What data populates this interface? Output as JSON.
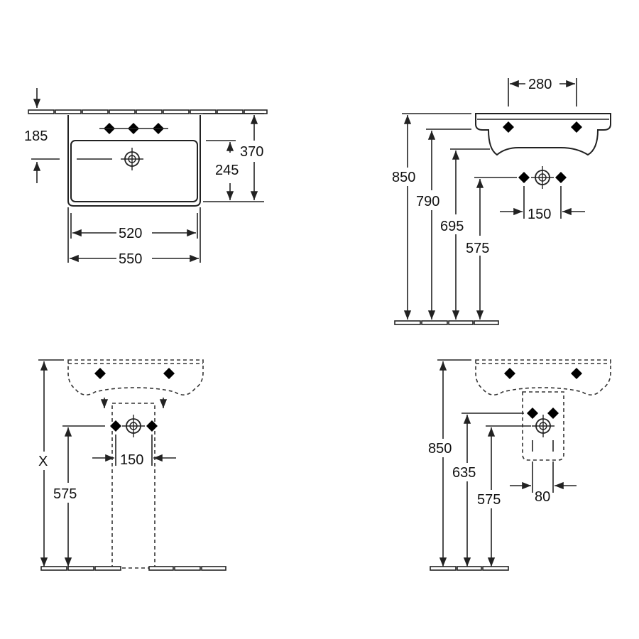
{
  "dimensions": {
    "top_view": {
      "depth_to_taps": "185",
      "bowl_depth": "245",
      "total_depth": "370",
      "inner_width": "520",
      "outer_width": "550"
    },
    "side_view": {
      "height_overall": "850",
      "height_rim": "790",
      "height_bowl_bottom": "695",
      "height_waste": "575",
      "fixing_distance": "280",
      "waste_spread": "150"
    },
    "front_pedestal_view": {
      "height_variable": "X",
      "height_waste": "575",
      "waste_spread": "150"
    },
    "front_semi_pedestal_view": {
      "height_overall": "850",
      "height_semi_pedestal": "635",
      "height_waste": "575",
      "waste_width": "80"
    }
  }
}
